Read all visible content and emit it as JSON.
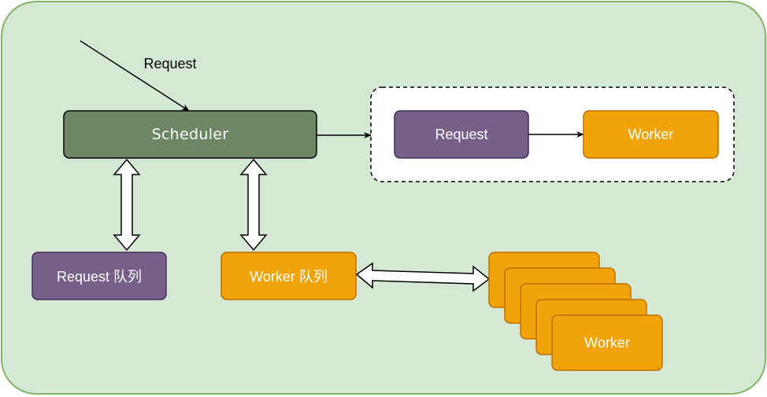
{
  "colors": {
    "background_fill": "#d5e8d4",
    "background_stroke": "#82b366",
    "scheduler_fill": "#6d8764",
    "purple_fill": "#76608a",
    "orange_fill": "#f0a30a",
    "orange_stroke": "#bd7000",
    "group_fill": "#ffffff",
    "line": "#000000",
    "text_light": "#ffffff",
    "text_dark": "#000000"
  },
  "diagram": {
    "incoming_label": "Request",
    "scheduler_label": "Scheduler",
    "group": {
      "request_label": "Request",
      "worker_label": "Worker"
    },
    "request_queue_label": "Request 队列",
    "worker_queue_label": "Worker 队列",
    "worker_stack_label": "Worker"
  }
}
